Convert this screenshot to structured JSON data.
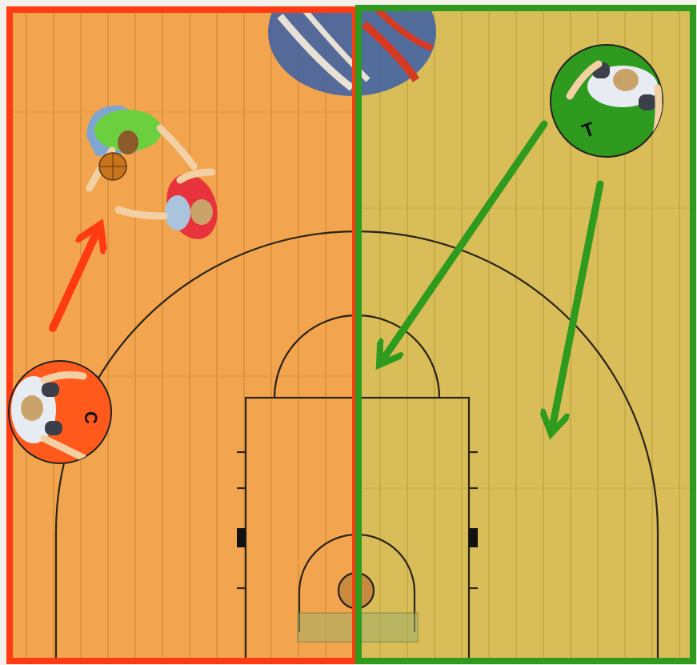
{
  "diagram": {
    "referees": [
      {
        "id": "center",
        "label": "C",
        "zone_color": "#ff3b14",
        "disc_color": "#ff5a1c"
      },
      {
        "id": "trail",
        "label": "T",
        "zone_color": "#2e9a1e",
        "disc_color": "#2e9a1e"
      }
    ],
    "zones": {
      "left": {
        "fill": "#f2a54e",
        "border": "#ff3b14"
      },
      "right": {
        "fill": "#d8bd58",
        "border": "#2e9a1e"
      }
    },
    "arrows": {
      "center_color": "#ff3b14",
      "trail_color": "#2e9a1e"
    },
    "players": [
      {
        "team": "green",
        "jersey": "#6ccf3e",
        "with_ball": true
      },
      {
        "team": "red",
        "jersey": "#e8323c",
        "with_ball": false
      }
    ],
    "ball_color": "#c8741c"
  }
}
